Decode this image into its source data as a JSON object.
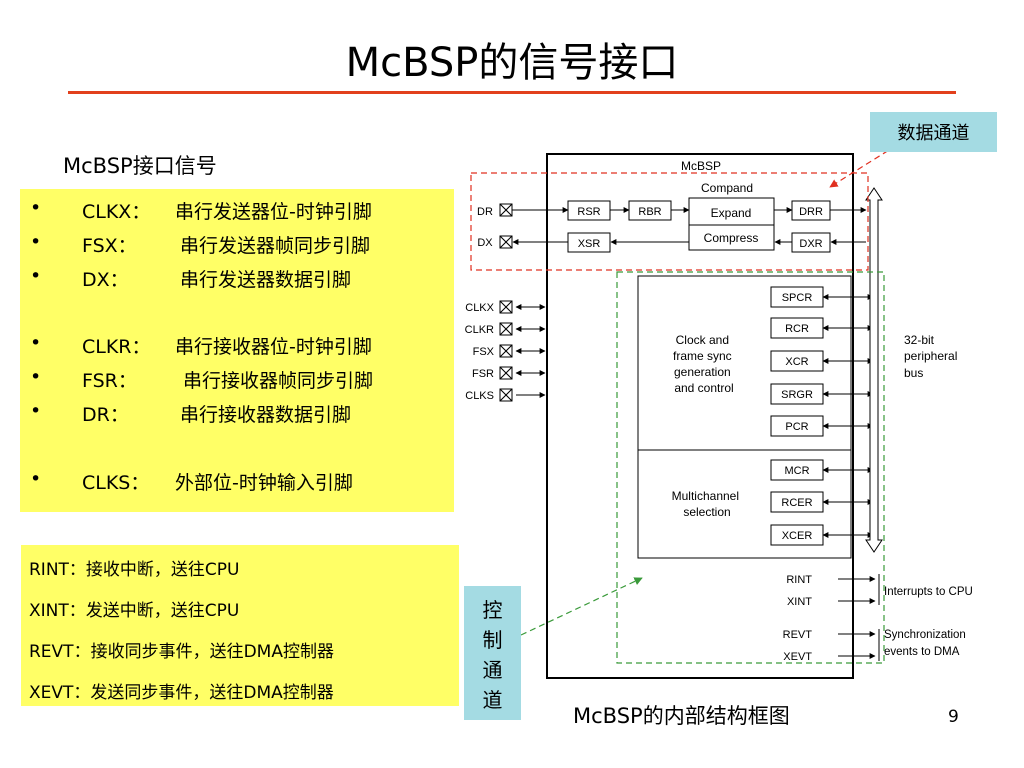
{
  "title": "McBSP的信号接口",
  "subtitle": "McBSP接口信号",
  "signals": [
    {
      "name": "CLKX：",
      "desc": "串行发送器位-时钟引脚"
    },
    {
      "name": "FSX：",
      "desc": "串行发送器帧同步引脚"
    },
    {
      "name": "DX：",
      "desc": "串行发送器数据引脚"
    },
    {
      "name": "CLKR：",
      "desc": "串行接收器位-时钟引脚"
    },
    {
      "name": "FSR：",
      "desc": "串行接收器帧同步引脚"
    },
    {
      "name": "DR：",
      "desc": "串行接收器数据引脚"
    },
    {
      "name": "CLKS：",
      "desc": "外部位-时钟输入引脚"
    }
  ],
  "bullet": "•",
  "interrupts": [
    "RINT：接收中断，送往CPU",
    "XINT：发送中断，送往CPU",
    "REVT：接收同步事件，送往DMA控制器",
    "XEVT：发送同步事件，送往DMA控制器"
  ],
  "data_channel_tag": "数据通道",
  "control_channel_tag": [
    "控",
    "制",
    "通",
    "道"
  ],
  "caption": "McBSP的内部结构框图",
  "page_number": "9",
  "diagram": {
    "block_title": "McBSP",
    "compand": "Compand",
    "expand": "Expand",
    "compress": "Compress",
    "registers": {
      "rsr": "RSR",
      "rbr": "RBR",
      "drr": "DRR",
      "xsr": "XSR",
      "dxr": "DXR"
    },
    "pins": {
      "dr": "DR",
      "dx": "DX",
      "clkx": "CLKX",
      "clkr": "CLKR",
      "fsx": "FSX",
      "fsr": "FSR",
      "clks": "CLKS"
    },
    "clock_block": [
      "Clock and",
      "frame sync",
      "generation",
      "and control"
    ],
    "clock_regs": [
      "SPCR",
      "RCR",
      "XCR",
      "SRGR",
      "PCR"
    ],
    "multi_block": [
      "Multichannel",
      "selection"
    ],
    "multi_regs": [
      "MCR",
      "RCER",
      "XCER"
    ],
    "events": {
      "rint": "RINT",
      "xint": "XINT",
      "revt": "REVT",
      "xevt": "XEVT"
    },
    "bus_label": [
      "32-bit",
      "peripheral",
      "bus"
    ],
    "interrupts_label": "Interrupts to CPU",
    "sync_label": [
      "Synchronization",
      "events to DMA"
    ]
  },
  "colors": {
    "title_rule": "#e2401c",
    "yellow_box": "#ffff66",
    "cyan_tag": "#a4dbe3",
    "data_dash": "#e03020",
    "ctrl_dash": "#3a9a3a"
  }
}
